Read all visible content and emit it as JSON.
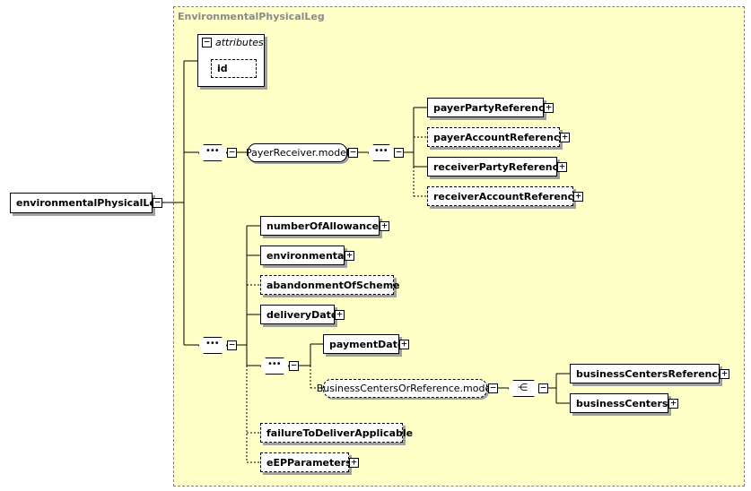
{
  "group_title": "EnvironmentalPhysicalLeg",
  "root": {
    "label": "environmentalPhysicalLeg"
  },
  "attributes": {
    "label": "attributes",
    "id_label": "id"
  },
  "payer_receiver": {
    "model_label": "PayerReceiver.model",
    "items": [
      "payerPartyReference",
      "payerAccountReference",
      "receiverPartyReference",
      "receiverAccountReference"
    ]
  },
  "sequence_items": {
    "numberOfAllowances": "numberOfAllowances",
    "environmental": "environmental",
    "abandonmentOfScheme": "abandonmentOfScheme",
    "deliveryDate": "deliveryDate",
    "paymentDate": "paymentDate",
    "businessCentersOrReference": "BusinessCentersOrReference.model",
    "businessCentersReference": "businessCentersReference",
    "businessCenters": "businessCenters",
    "failureToDeliverApplicable": "failureToDeliverApplicable",
    "eEPParameters": "eEPParameters"
  },
  "glyphs": {
    "expand": "+",
    "collapse": "−",
    "sequence": "•••",
    "choice": "⋲"
  },
  "colors": {
    "group_background": "#ffffc8",
    "border": "#000000",
    "shadow": "#a0a0a0",
    "title": "#8a8a8a"
  }
}
